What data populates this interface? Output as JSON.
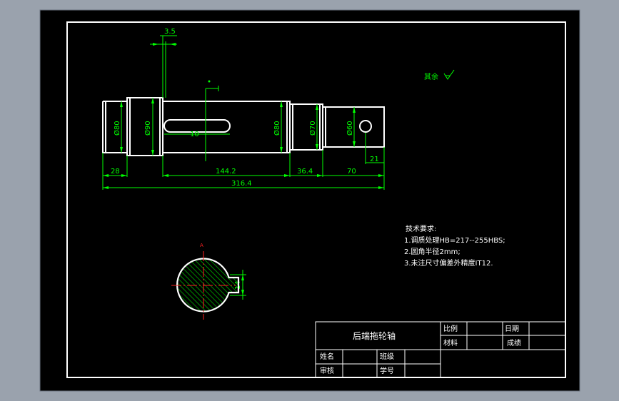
{
  "part": {
    "dimensions": {
      "chamfer": "3.5",
      "keyway_len": "10",
      "d1": "Ø80",
      "d2": "Ø90",
      "d3": "Ø80",
      "d4": "Ø70",
      "d5": "Ø60",
      "len1": "28",
      "len2": "144.2",
      "len3": "36.4",
      "len4": "70",
      "hole_dist": "21",
      "total": "316.4",
      "key_width": "14"
    },
    "section_label": "A"
  },
  "surface_finish": "其余",
  "tech_requirements": {
    "title": "技术要求:",
    "items": [
      "1.调质处理HB=217--255HBS;",
      "2.圆角半径2mm;",
      "3.未注尺寸偏差外精度IT12."
    ]
  },
  "title_block": {
    "part_name": "后端拖轮轴",
    "scale_label": "比例",
    "date_label": "日期",
    "material_label": "材料",
    "grade_label": "成绩",
    "name_label": "姓名",
    "class_label": "班级",
    "review_label": "审核",
    "student_id_label": "学号"
  },
  "colors": {
    "background": "#000000",
    "outline": "#ffffff",
    "dimension": "#00ff00",
    "centerline": "#ff2020",
    "hatch": "#00c000",
    "app_backdrop": "#9aa2ad"
  }
}
